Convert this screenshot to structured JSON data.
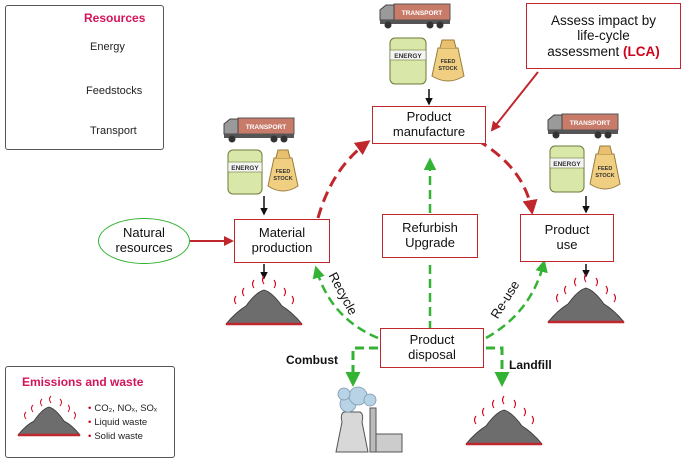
{
  "legend_resources": {
    "title": "Resources",
    "items": [
      {
        "label": "Energy",
        "icon": "energy-can-icon"
      },
      {
        "label": "Feedstocks",
        "icon": "feedstock-bag-icon"
      },
      {
        "label": "Transport",
        "icon": "transport-truck-icon"
      }
    ]
  },
  "icon_text": {
    "truck": "TRANSPORT",
    "can": "ENERGY",
    "bag_line1": "FEED",
    "bag_line2": "STOCK"
  },
  "lca_note": {
    "line1": "Assess impact by",
    "line2": "life-cycle",
    "line3_prefix": "assessment",
    "line3_highlight": "(LCA)"
  },
  "nodes": {
    "product_manufacture": {
      "line1": "Product",
      "line2": "manufacture"
    },
    "material_production": {
      "line1": "Material",
      "line2": "production"
    },
    "product_use": {
      "line1": "Product",
      "line2": "use"
    },
    "refurbish": {
      "line1": "Refurbish",
      "line2": "Upgrade"
    },
    "product_disposal": {
      "line1": "Product",
      "line2": "disposal"
    },
    "natural_resources": {
      "line1": "Natural",
      "line2": "resources"
    }
  },
  "flow_labels": {
    "recycle": "Recycle",
    "reuse": "Re-use",
    "combust": "Combust",
    "landfill": "Landfill"
  },
  "legend_emissions": {
    "title": "Emissions and waste",
    "items": [
      "CO₂, NOₓ, SOₓ",
      "Liquid waste",
      "Solid waste"
    ]
  },
  "colors": {
    "box_border": "#c0272d",
    "flow_red": "#c0272d",
    "flow_green": "#33b233",
    "legend_title": "#d4145a",
    "lca_highlight": "#d0021b"
  }
}
